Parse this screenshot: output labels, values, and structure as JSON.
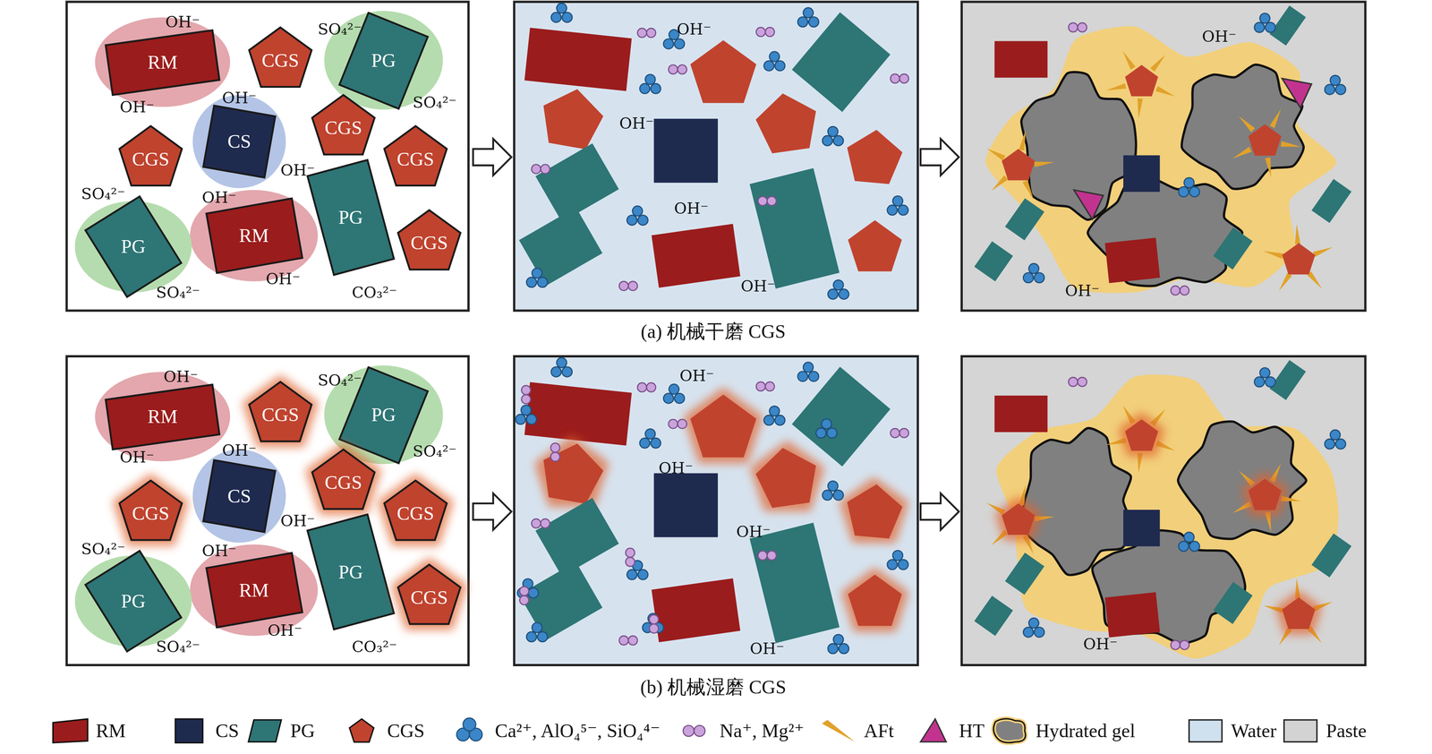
{
  "diagram": {
    "nodes": [
      {
        "text": [
          "RM"
        ]
      },
      {
        "text": [
          "CGS"
        ]
      },
      {
        "text": [
          "PG"
        ]
      },
      {
        "text": [
          "CS"
        ]
      },
      {
        "text": [
          "CGS"
        ]
      },
      {
        "text": [
          "CGS"
        ]
      },
      {
        "text": [
          "CGS"
        ]
      },
      {
        "text": [
          "PG"
        ]
      },
      {
        "text": [
          "RM"
        ]
      },
      {
        "text": [
          "PG"
        ]
      },
      {
        "text": [
          "CGS"
        ]
      },
      {
        "text": [
          "RM"
        ]
      },
      {
        "text": [
          "CGS"
        ]
      },
      {
        "text": [
          "PG"
        ]
      },
      {
        "text": [
          "CS"
        ]
      },
      {
        "text": [
          "CGS"
        ]
      },
      {
        "text": [
          "CGS"
        ]
      },
      {
        "text": [
          "CGS"
        ]
      },
      {
        "text": [
          "PG"
        ]
      },
      {
        "text": [
          "RM"
        ]
      },
      {
        "text": [
          "PG"
        ]
      },
      {
        "text": [
          "CGS"
        ]
      }
    ],
    "labels": [
      "OH⁻",
      "SO₄²⁻",
      "OH⁻",
      "OH⁻",
      "SO₄²⁻",
      "OH⁻",
      "SO₄²⁻",
      "OH⁻",
      "OH⁻",
      "SO₄²⁻",
      "CO₃²⁻",
      "OH⁻",
      "OH⁻",
      "OH⁻",
      "OH⁻",
      "OH⁻",
      "OH⁻",
      "(a) 机械干磨 CGS",
      "OH⁻",
      "SO₄²⁻",
      "OH⁻",
      "OH⁻",
      "SO₄²⁻",
      "OH⁻",
      "SO₄²⁻",
      "OH⁻",
      "OH⁻",
      "SO₄²⁻",
      "CO₃²⁻",
      "OH⁻",
      "OH⁻",
      "OH⁻",
      "OH⁻",
      "OH⁻",
      "(b) 机械湿磨 CGS"
    ],
    "legend": [
      {
        "text": "RM",
        "color": "#9b1c1c"
      },
      {
        "text": "CS",
        "color": "#1f2a4f"
      },
      {
        "text": "PG",
        "color": "#2e7575"
      },
      {
        "text": "CGS",
        "color": "#c0432e"
      },
      {
        "text": "Ca²⁺, AlO₄⁵⁻, SiO₄⁴⁻"
      },
      {
        "text": "Na⁺, Mg²⁺"
      },
      {
        "text": "AFt"
      },
      {
        "text": "HT",
        "color": "#c2338f"
      },
      {
        "text": "Hydrated gel"
      },
      {
        "text": "Water",
        "color": "#cfe0ee"
      },
      {
        "text": "Paste",
        "color": "#d3d3d3"
      }
    ]
  }
}
